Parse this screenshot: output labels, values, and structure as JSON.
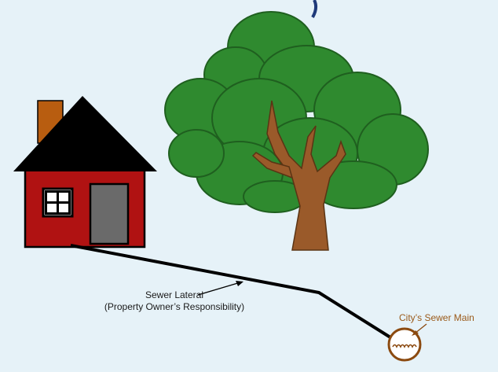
{
  "labels": {
    "sewer_lateral": "Sewer Lateral",
    "responsibility": "(Property Owner’s Responsibility)",
    "city_main": "City’s Sewer Main"
  },
  "colors": {
    "background": "#e6f2f8",
    "house_wall": "#b01212",
    "roof": "#000000",
    "chimney": "#b85d10",
    "door": "#6a6a6a",
    "tree_foliage": "#2f8a2f",
    "tree_trunk": "#9a5a2a",
    "sewer_main": "#8b4a10",
    "lateral_pipe": "#000000",
    "main_label": "#9a5a1a",
    "accent_arc": "#1f3a7a"
  }
}
